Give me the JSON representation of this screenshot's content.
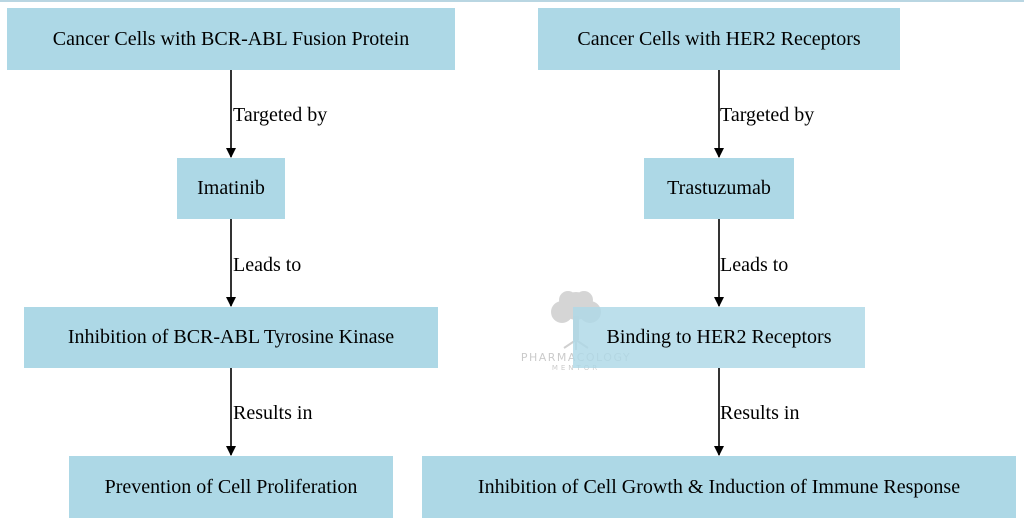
{
  "colors": {
    "node_fill": "#add8e6",
    "edge": "#000000",
    "top_rule": "#b9d6e2"
  },
  "diagram": {
    "nodes": {
      "bcr_abl_cells": "Cancer Cells with BCR-ABL Fusion Protein",
      "imatinib": "Imatinib",
      "bcr_abl_inhibition": "Inhibition of BCR-ABL Tyrosine Kinase",
      "prevention": "Prevention of Cell Proliferation",
      "her2_cells": "Cancer Cells with HER2 Receptors",
      "trastuzumab": "Trastuzumab",
      "her2_binding": "Binding to HER2 Receptors",
      "growth_inhibition": "Inhibition of Cell Growth & Induction of Immune Response"
    },
    "edges": [
      {
        "from": "bcr_abl_cells",
        "to": "imatinib",
        "label": "Targeted by"
      },
      {
        "from": "imatinib",
        "to": "bcr_abl_inhibition",
        "label": "Leads to"
      },
      {
        "from": "bcr_abl_inhibition",
        "to": "prevention",
        "label": "Results in"
      },
      {
        "from": "her2_cells",
        "to": "trastuzumab",
        "label": "Targeted by"
      },
      {
        "from": "trastuzumab",
        "to": "her2_binding",
        "label": "Leads to"
      },
      {
        "from": "her2_binding",
        "to": "growth_inhibition",
        "label": "Results in"
      }
    ]
  },
  "watermark": {
    "icon": "tree-logo-icon",
    "brand": "PHARMACOLOGY",
    "sub": "MENTOR"
  }
}
